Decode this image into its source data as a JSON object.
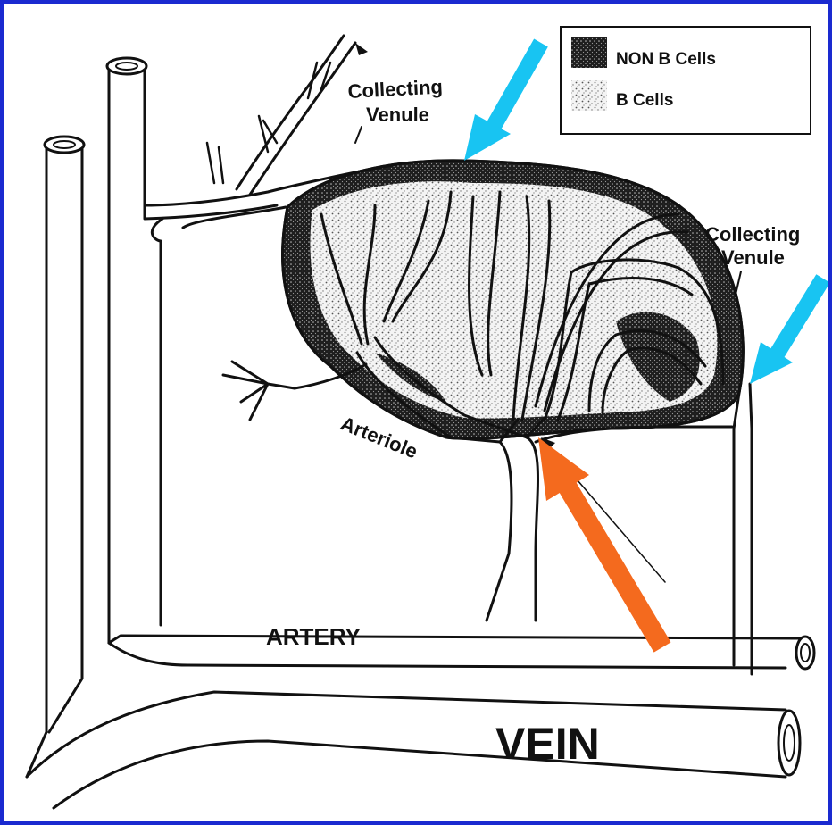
{
  "legend": {
    "items": [
      {
        "label": "NON B Cells",
        "pattern": "dense-stipple"
      },
      {
        "label": "B Cells",
        "pattern": "light-stipple"
      }
    ]
  },
  "labels": {
    "collecting_venule_left_line1": "Collecting",
    "collecting_venule_left_line2": "Venule",
    "collecting_venule_right_line1": "Collecting",
    "collecting_venule_right_line2": "Venule",
    "arteriole": "Arteriole",
    "artery": "ARTERY",
    "vein": "VEIN"
  },
  "colors": {
    "frame": "#1a2ad0",
    "venule_arrow": "#18c4f2",
    "arteriole_arrow": "#f46a1e",
    "ink": "#111111",
    "non_b_cells": "#2a2a2a",
    "b_cells": "#cfcfcf"
  }
}
